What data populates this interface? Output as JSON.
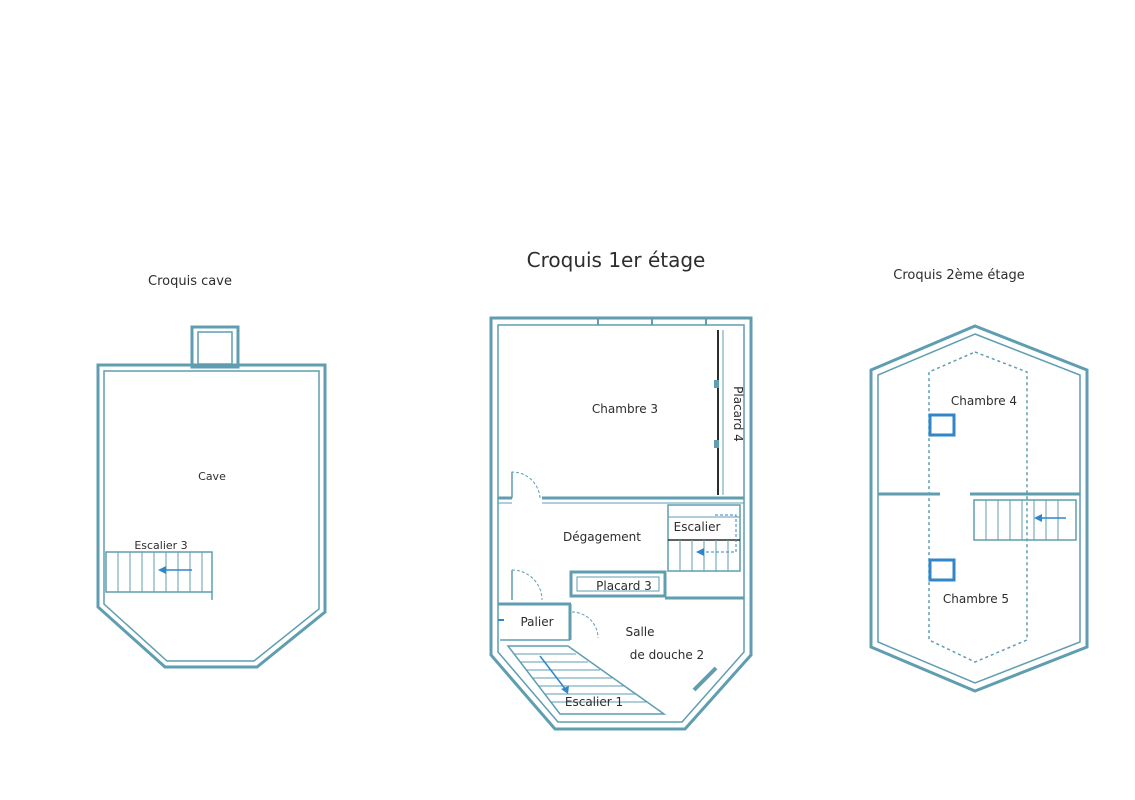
{
  "colors": {
    "wall": "#5f9eb0",
    "wall_inner": "#ffffff",
    "text": "#2d2d2d",
    "arrow": "#2f86c9",
    "dotted": "#5f9eb0"
  },
  "sketches": {
    "cave": {
      "title": "Croquis cave",
      "rooms": {
        "cave": "Cave"
      },
      "stairs": {
        "escalier3": "Escalier 3"
      }
    },
    "floor1": {
      "title": "Croquis 1er étage",
      "rooms": {
        "chambre3": "Chambre 3",
        "placard4": "Placard 4",
        "degagement": "Dégagement",
        "placard3": "Placard 3",
        "palier": "Palier",
        "salle_line1": "Salle",
        "salle_line2": "de douche 2"
      },
      "stairs": {
        "escalier1": "Escalier 1",
        "escalier2": "Escalier"
      }
    },
    "floor2": {
      "title": "Croquis 2ème étage",
      "rooms": {
        "chambre4": "Chambre 4",
        "chambre5": "Chambre 5"
      }
    }
  }
}
